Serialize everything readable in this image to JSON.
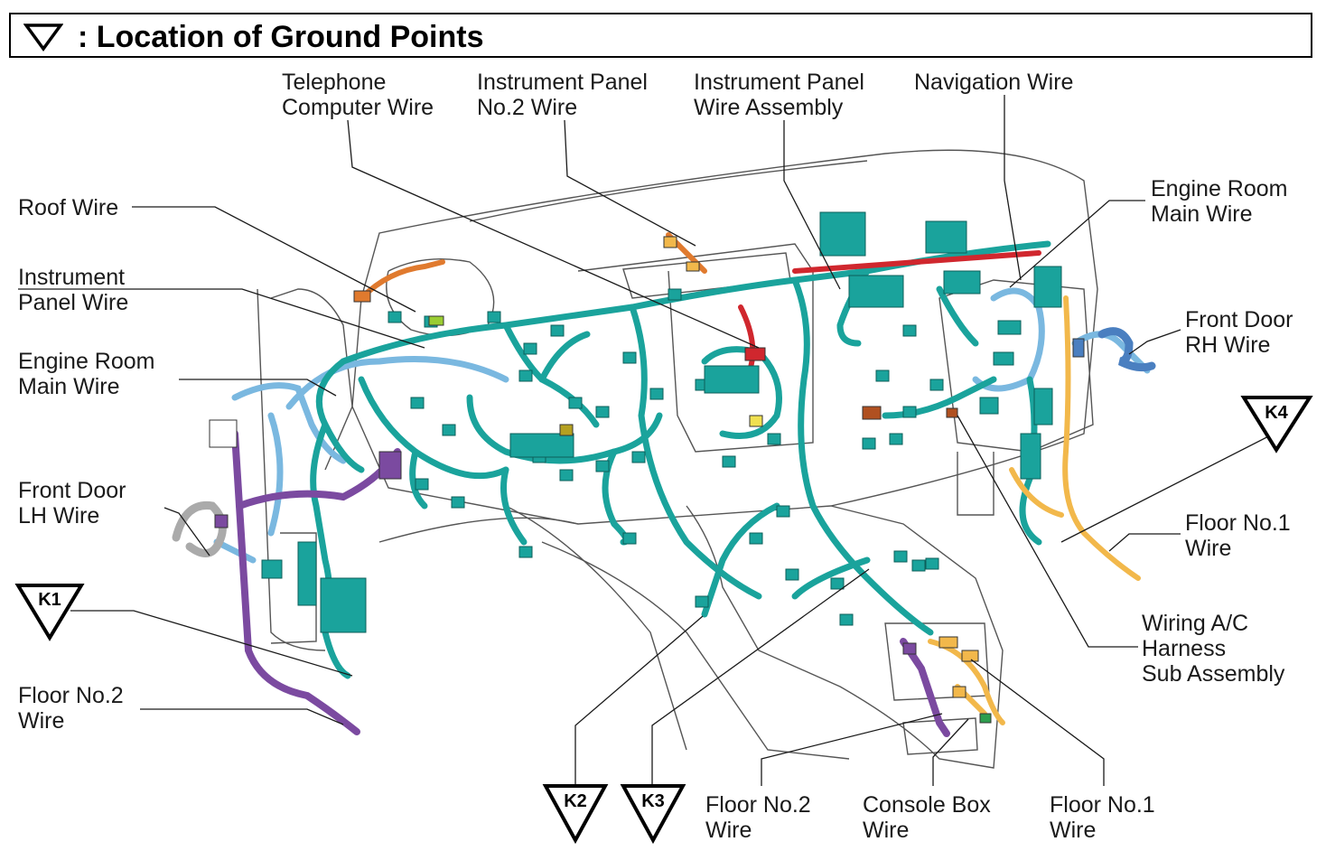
{
  "title": {
    "symbol": "▽",
    "text": ": Location of Ground Points"
  },
  "labels": {
    "telephone_computer_wire": "Telephone\nComputer Wire",
    "instrument_panel_no2_wire": "Instrument Panel\nNo.2 Wire",
    "instrument_panel_wire_assembly": "Instrument Panel\nWire Assembly",
    "navigation_wire": "Navigation Wire",
    "engine_room_main_wire_right": "Engine Room\nMain Wire",
    "roof_wire": "Roof Wire",
    "instrument_panel_wire": "Instrument\nPanel Wire",
    "engine_room_main_wire_left": "Engine Room\nMain Wire",
    "front_door_rh_wire": "Front Door\nRH Wire",
    "front_door_lh_wire": "Front Door\nLH Wire",
    "floor_no1_wire_right": "Floor No.1\nWire",
    "floor_no2_wire_left": "Floor No.2\nWire",
    "wiring_ac_harness": "Wiring A/C\nHarness\nSub Assembly",
    "floor_no2_wire_bottom": "Floor No.2\nWire",
    "console_box_wire": "Console Box\nWire",
    "floor_no1_wire_bottom": "Floor No.1\nWire"
  },
  "ground_points": [
    "K1",
    "K2",
    "K3",
    "K4"
  ],
  "colors": {
    "main_harness": "#1aa39c",
    "light_blue": "#7ab8e0",
    "purple": "#7b4aa0",
    "orange": "#e07a2e",
    "yellow": "#f2b84b",
    "red": "#d0272e"
  }
}
